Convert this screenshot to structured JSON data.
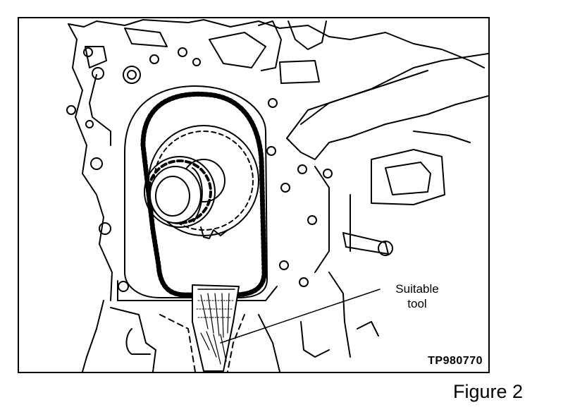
{
  "diagram": {
    "callout_label_line1": "Suitable",
    "callout_label_line2": "tool",
    "part_number": "TP980770"
  },
  "caption": "Figure 2"
}
